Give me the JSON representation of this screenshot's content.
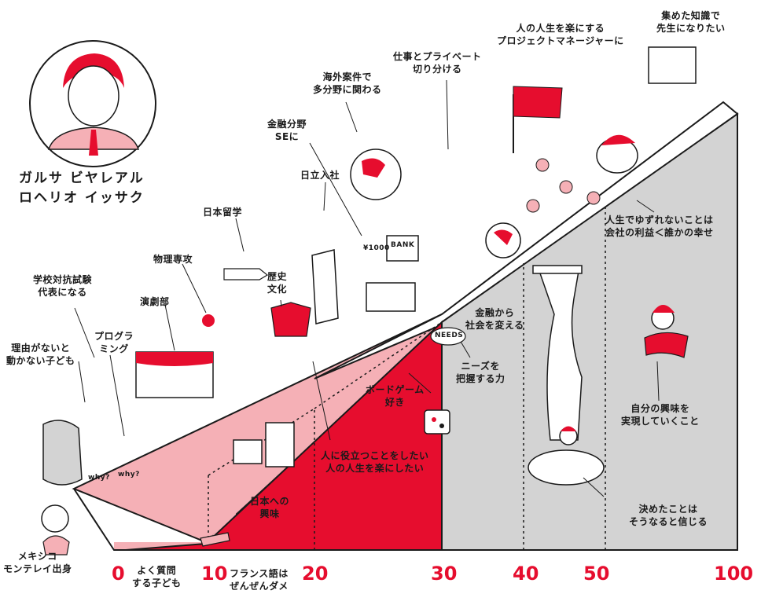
{
  "colors": {
    "accent": "#e60d2e",
    "pink": "#f5b0b6",
    "gray": "#d3d3d3",
    "ink": "#1a1a1a"
  },
  "profile": {
    "name_line1": "ガルサ ビヤレアル",
    "name_line2": "ロヘリオ イッサク"
  },
  "axis": {
    "ticks": [
      "0",
      "10",
      "20",
      "30",
      "40",
      "50",
      "100"
    ]
  },
  "milestones": {
    "mexico": "メキシコ\nモンテレイ出身",
    "question": "よく質問\nする子ども",
    "reason": "理由がないと\n動かない子ども",
    "representative": "学校対抗試験\n代表になる",
    "programming": "プログラ\nミング",
    "drama": "演劇部",
    "physics": "物理専攻",
    "study_japan": "日本留学",
    "history": "歴史\n文化",
    "hitachi": "日立入社",
    "finance_se": "金融分野\nSEに",
    "overseas": "海外案件で\n多分野に関わる",
    "worklife": "仕事とプライベート\n切り分ける",
    "pm": "人の人生を楽にする\nプロジェクトマネージャーに",
    "teacher": "集めた知識で\n先生になりたい",
    "french": "フランス語は\nぜんぜんダメ",
    "japan_interest": "日本への\n興味",
    "help_people": "人に役立つことをしたい\n人の人生を楽にしたい",
    "board_game": "ボードゲーム\n好き",
    "needs": "ニーズを\n把握する力",
    "finance_change": "金融から\n社会を変える",
    "life_core": "人生でゆずれないことは\n会社の利益＜誰かの幸せ",
    "interest": "自分の興味を\n実現していくこと",
    "believe": "決めたことは\nそうなると信じる"
  },
  "props": {
    "needs_badge": "NEEDS",
    "bank_sign": "BANK",
    "bill": "¥1000",
    "why": "why?"
  }
}
